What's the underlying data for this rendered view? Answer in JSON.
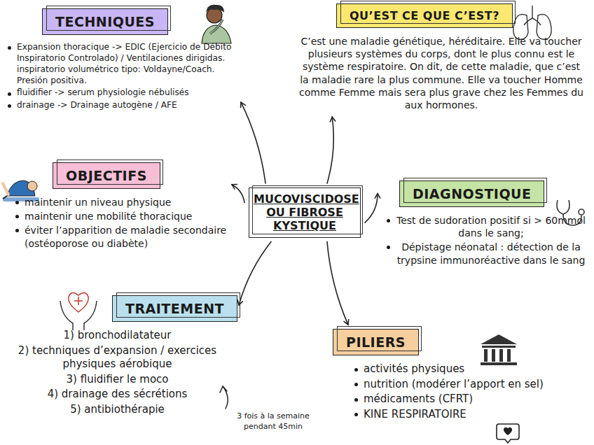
{
  "diagram": {
    "nodes": [
      {
        "text": [
          "TECHNIQUES",
          "Expansion thoracique -> EDIC (Ejercicio de Débito Inspiratorio Controlado) / Ventilaciones dirigidas. inspiratorio volumétrico tipo: Voldayne/Coach. Presión positiva.",
          "fluidifier -> serum physiologie nébulisés",
          "drainage -> Drainage autogène / AFE"
        ]
      },
      {
        "text": [
          "QU’EST CE QUE C’EST?",
          "C’est une maladie génétique, héréditaire. Elle va toucher plusieurs systèmes du corps, dont le plus connu est le système respiratoire. On dit, de cette maladie, que c’est la maladie rare la plus commune. Elle va toucher Homme comme Femme mais sera plus grave chez les Femmes du aux hormones."
        ]
      },
      {
        "text": [
          "OBJECTIFS",
          "maintenir un niveau physique",
          "maintenir une mobilité thoracique",
          "éviter l’apparition de maladie secondaire (ostéoporose ou diabète)"
        ]
      },
      {
        "text": [
          "MUCOVISCIDOSE OU FIBROSE KYSTIQUE"
        ]
      },
      {
        "text": [
          "DIAGNOSTIQUE",
          "Test de sudoration positif si > 60mmol dans le sang;",
          "Dépistage néonatal : détection de la trypsine immunoréactive dans le sang"
        ]
      },
      {
        "text": [
          "TRAITEMENT",
          "1) bronchodilatateur",
          "2) techniques d’expansion / exercices physiques aérobique",
          "3) fluidifier le moco",
          "4) drainage des sécrétions",
          "5) antibiothérapie"
        ]
      },
      {
        "text": [
          "PILIERS",
          "activités physiques",
          "nutrition (modérer l’apport en sel)",
          "médicaments (CFRT)",
          "KINE RESPIRATOIRE"
        ]
      }
    ],
    "edges": [
      {
        "from": 3,
        "to": 0,
        "arrow": "to"
      },
      {
        "from": 3,
        "to": 1,
        "arrow": "to"
      },
      {
        "from": 3,
        "to": 2,
        "arrow": "to"
      },
      {
        "from": 3,
        "to": 4,
        "arrow": "to"
      },
      {
        "from": 3,
        "to": 5,
        "arrow": "to"
      },
      {
        "from": 3,
        "to": 6,
        "arrow": "to"
      }
    ],
    "labels": [
      "3 fois à la semaine pendant 45min"
    ]
  }
}
